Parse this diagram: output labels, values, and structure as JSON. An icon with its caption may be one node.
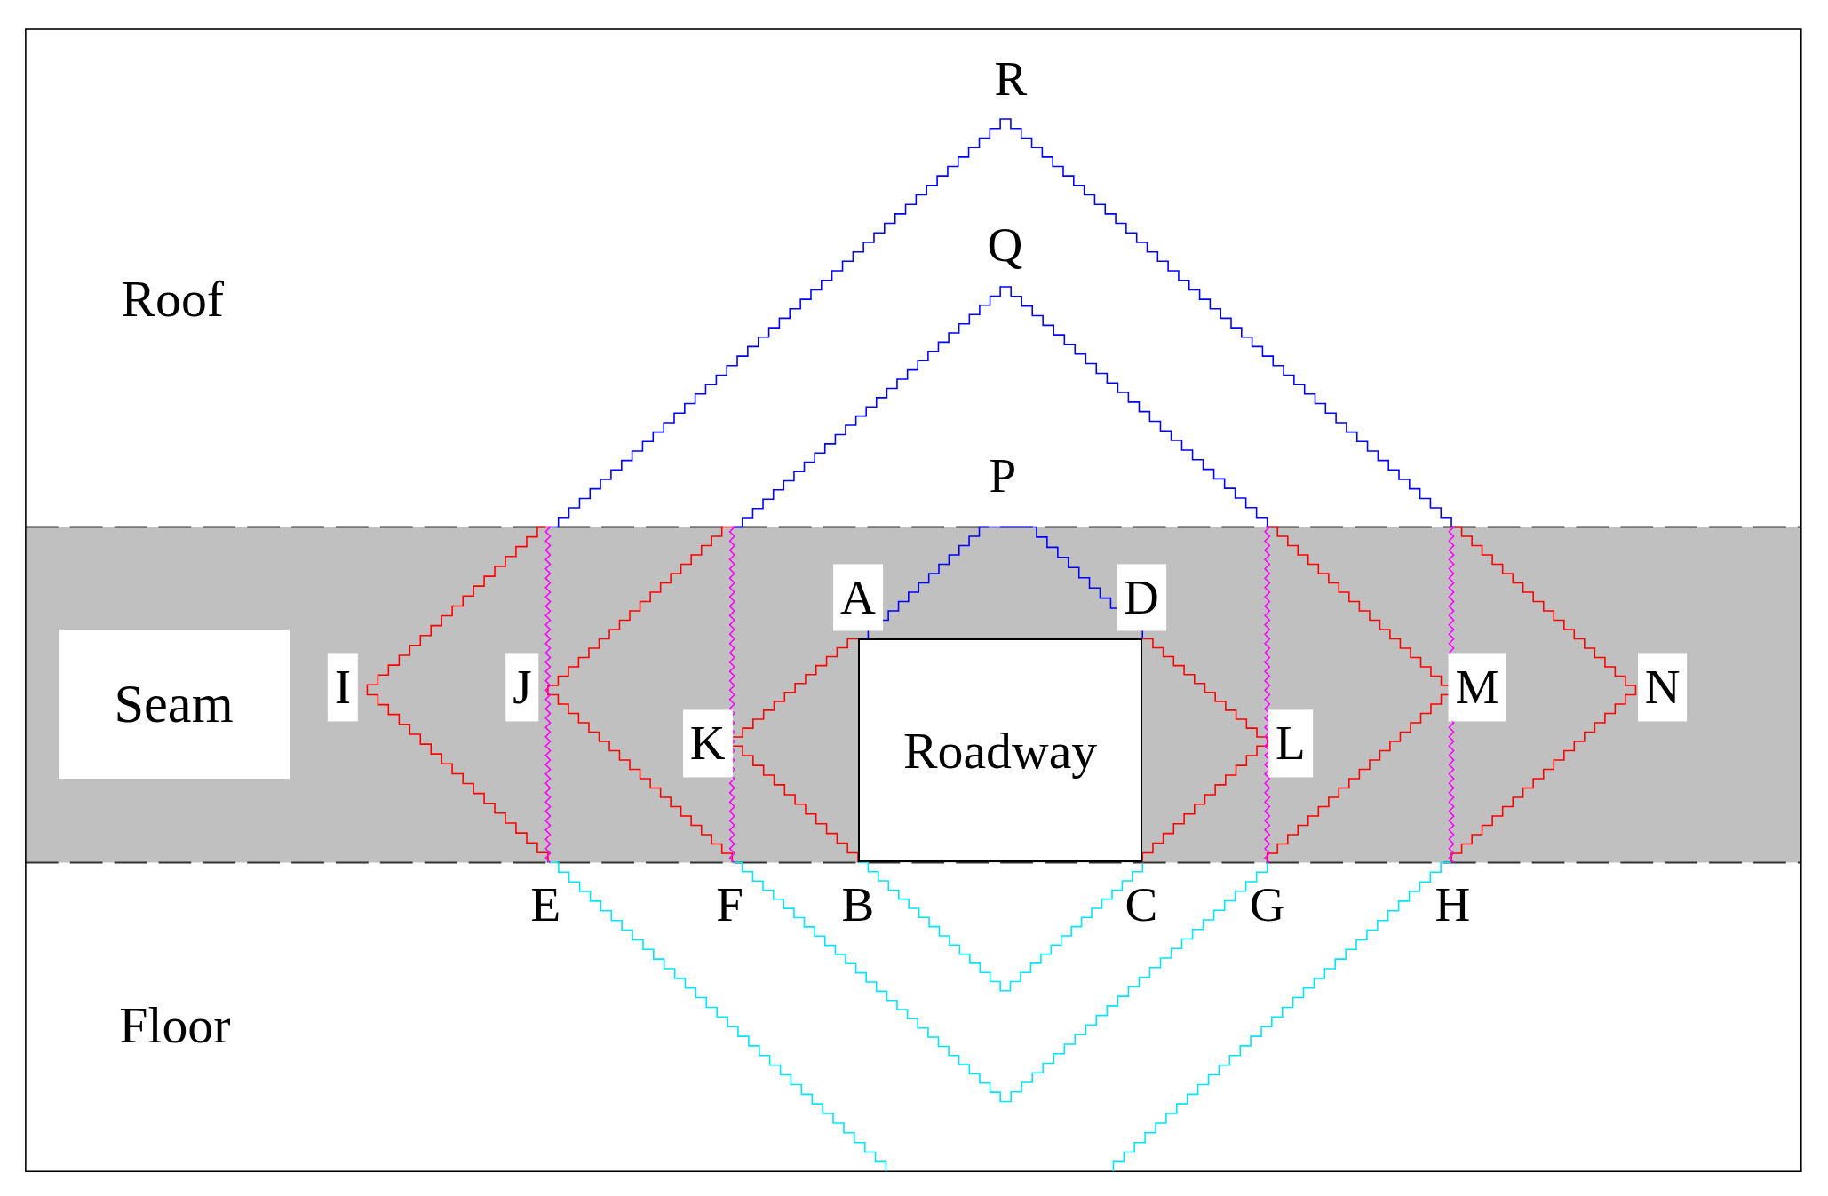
{
  "diagram": {
    "nodes": [
      {
        "text": [
          "Seam"
        ]
      },
      {
        "text": [
          "Roadway"
        ]
      }
    ],
    "labels": [
      "R",
      "Q",
      "Roof",
      "P",
      "A",
      "D",
      "I",
      "J",
      "M",
      "N",
      "K",
      "L",
      "E",
      "F",
      "B",
      "C",
      "G",
      "H",
      "Floor"
    ]
  }
}
